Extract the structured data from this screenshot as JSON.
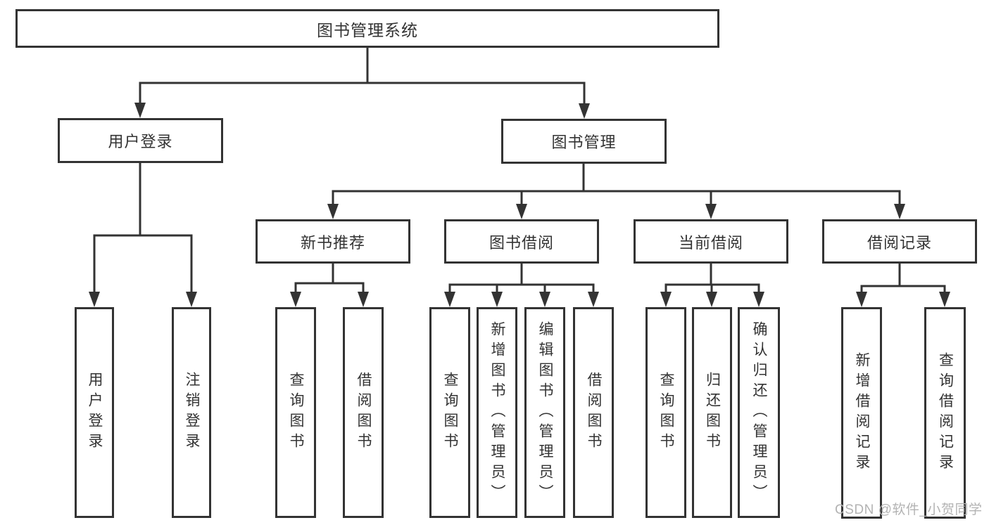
{
  "diagram": {
    "root": {
      "label": "图书管理系统"
    },
    "level2": [
      {
        "label": "用户登录"
      },
      {
        "label": "图书管理"
      }
    ],
    "level3": [
      {
        "label": "新书推荐"
      },
      {
        "label": "图书借阅"
      },
      {
        "label": "当前借阅"
      },
      {
        "label": "借阅记录"
      }
    ],
    "leaves": {
      "user": [
        "用户登录",
        "注销登录"
      ],
      "recommend": [
        "查询图书",
        "借阅图书"
      ],
      "borrow": [
        "查询图书",
        "新增图书（管理员）",
        "编辑图书（管理员）",
        "借阅图书"
      ],
      "current": [
        "查询图书",
        "归还图书",
        "确认归还（管理员）"
      ],
      "records": [
        "新增借阅记录",
        "查询借阅记录"
      ]
    },
    "line_color": "#333333"
  },
  "watermark": "CSDN @软件_小贺同学"
}
